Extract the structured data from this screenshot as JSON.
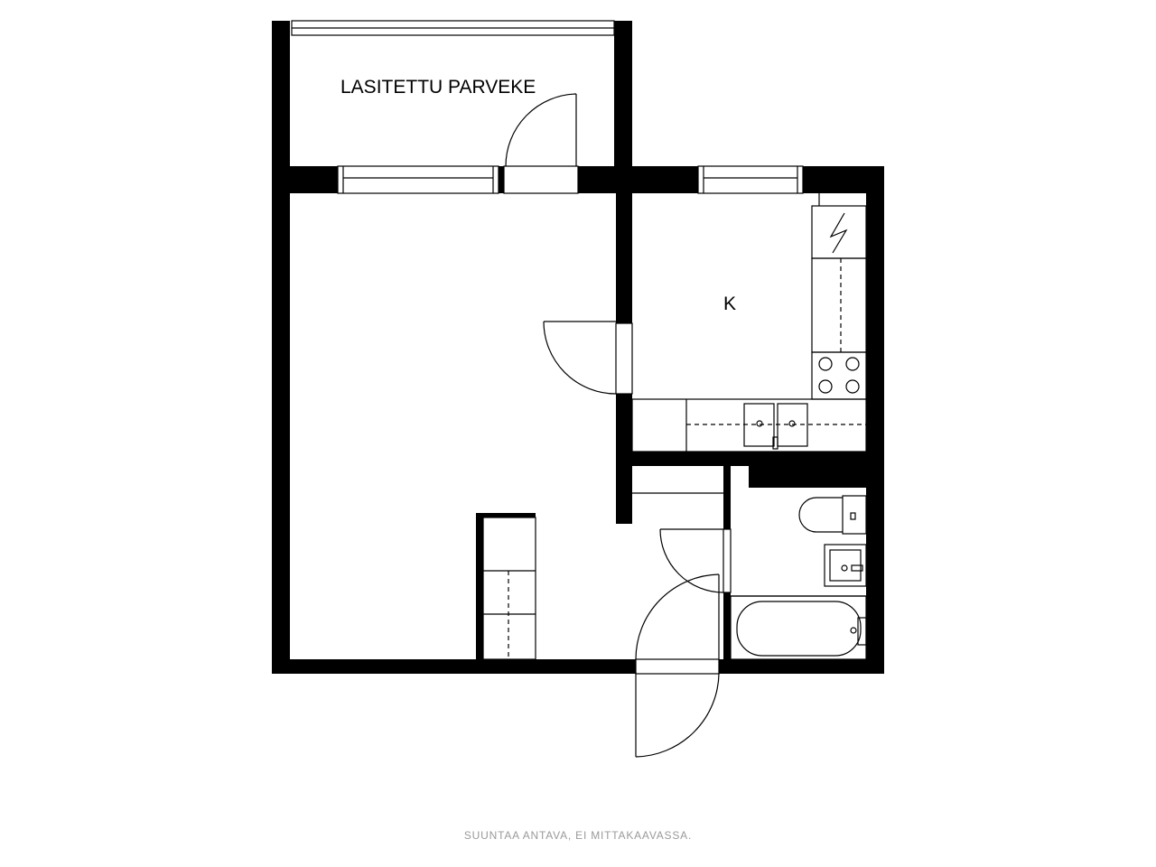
{
  "rooms": {
    "balcony_label": "LASITETTU PARVEKE",
    "kitchen_label": "K"
  },
  "caption": "SUUNTAA ANTAVA, EI MITTAKAAVASSA."
}
